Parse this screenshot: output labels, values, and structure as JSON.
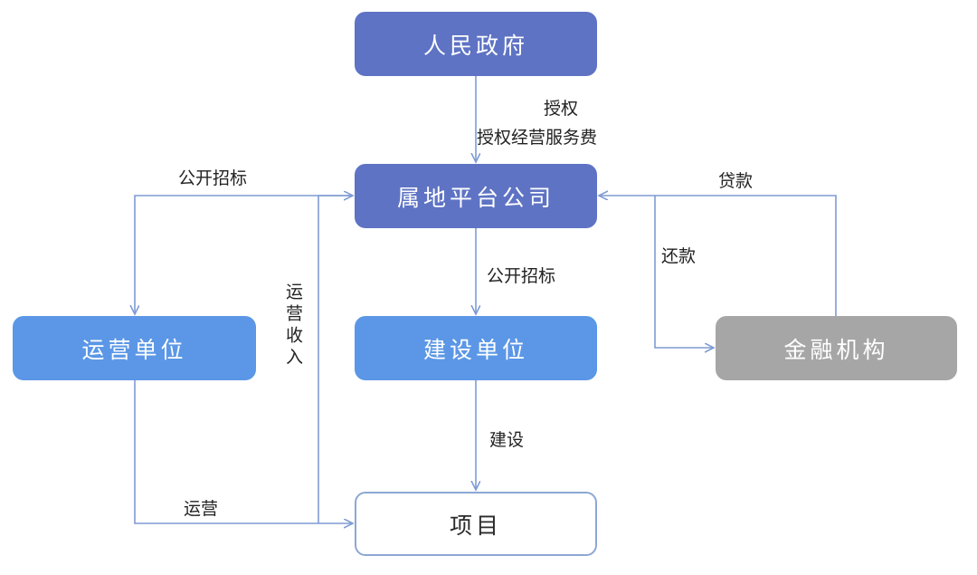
{
  "nodes": {
    "government": {
      "label": "人民政府",
      "color": "#5e73c4",
      "text_color": "#ffffff"
    },
    "platform_company": {
      "label": "属地平台公司",
      "color": "#5e73c4",
      "text_color": "#ffffff"
    },
    "operating_unit": {
      "label": "运营单位",
      "color": "#5b97e6",
      "text_color": "#ffffff"
    },
    "construction_unit": {
      "label": "建设单位",
      "color": "#5b97e6",
      "text_color": "#ffffff"
    },
    "financial_inst": {
      "label": "金融机构",
      "color": "#a6a6a6",
      "text_color": "#ffffff"
    },
    "project": {
      "label": "项目"
    }
  },
  "edges": {
    "authorize": "授权",
    "authorize_fee": "授权经营服务费",
    "public_tender_left": "公开招标",
    "loan": "贷款",
    "public_tender_down": "公开招标",
    "repayment": "还款",
    "operating_income": "运营收入",
    "construct": "建设",
    "operate": "运营"
  },
  "colors": {
    "line": "#7f9bd4",
    "project_border": "#8da7d4"
  }
}
